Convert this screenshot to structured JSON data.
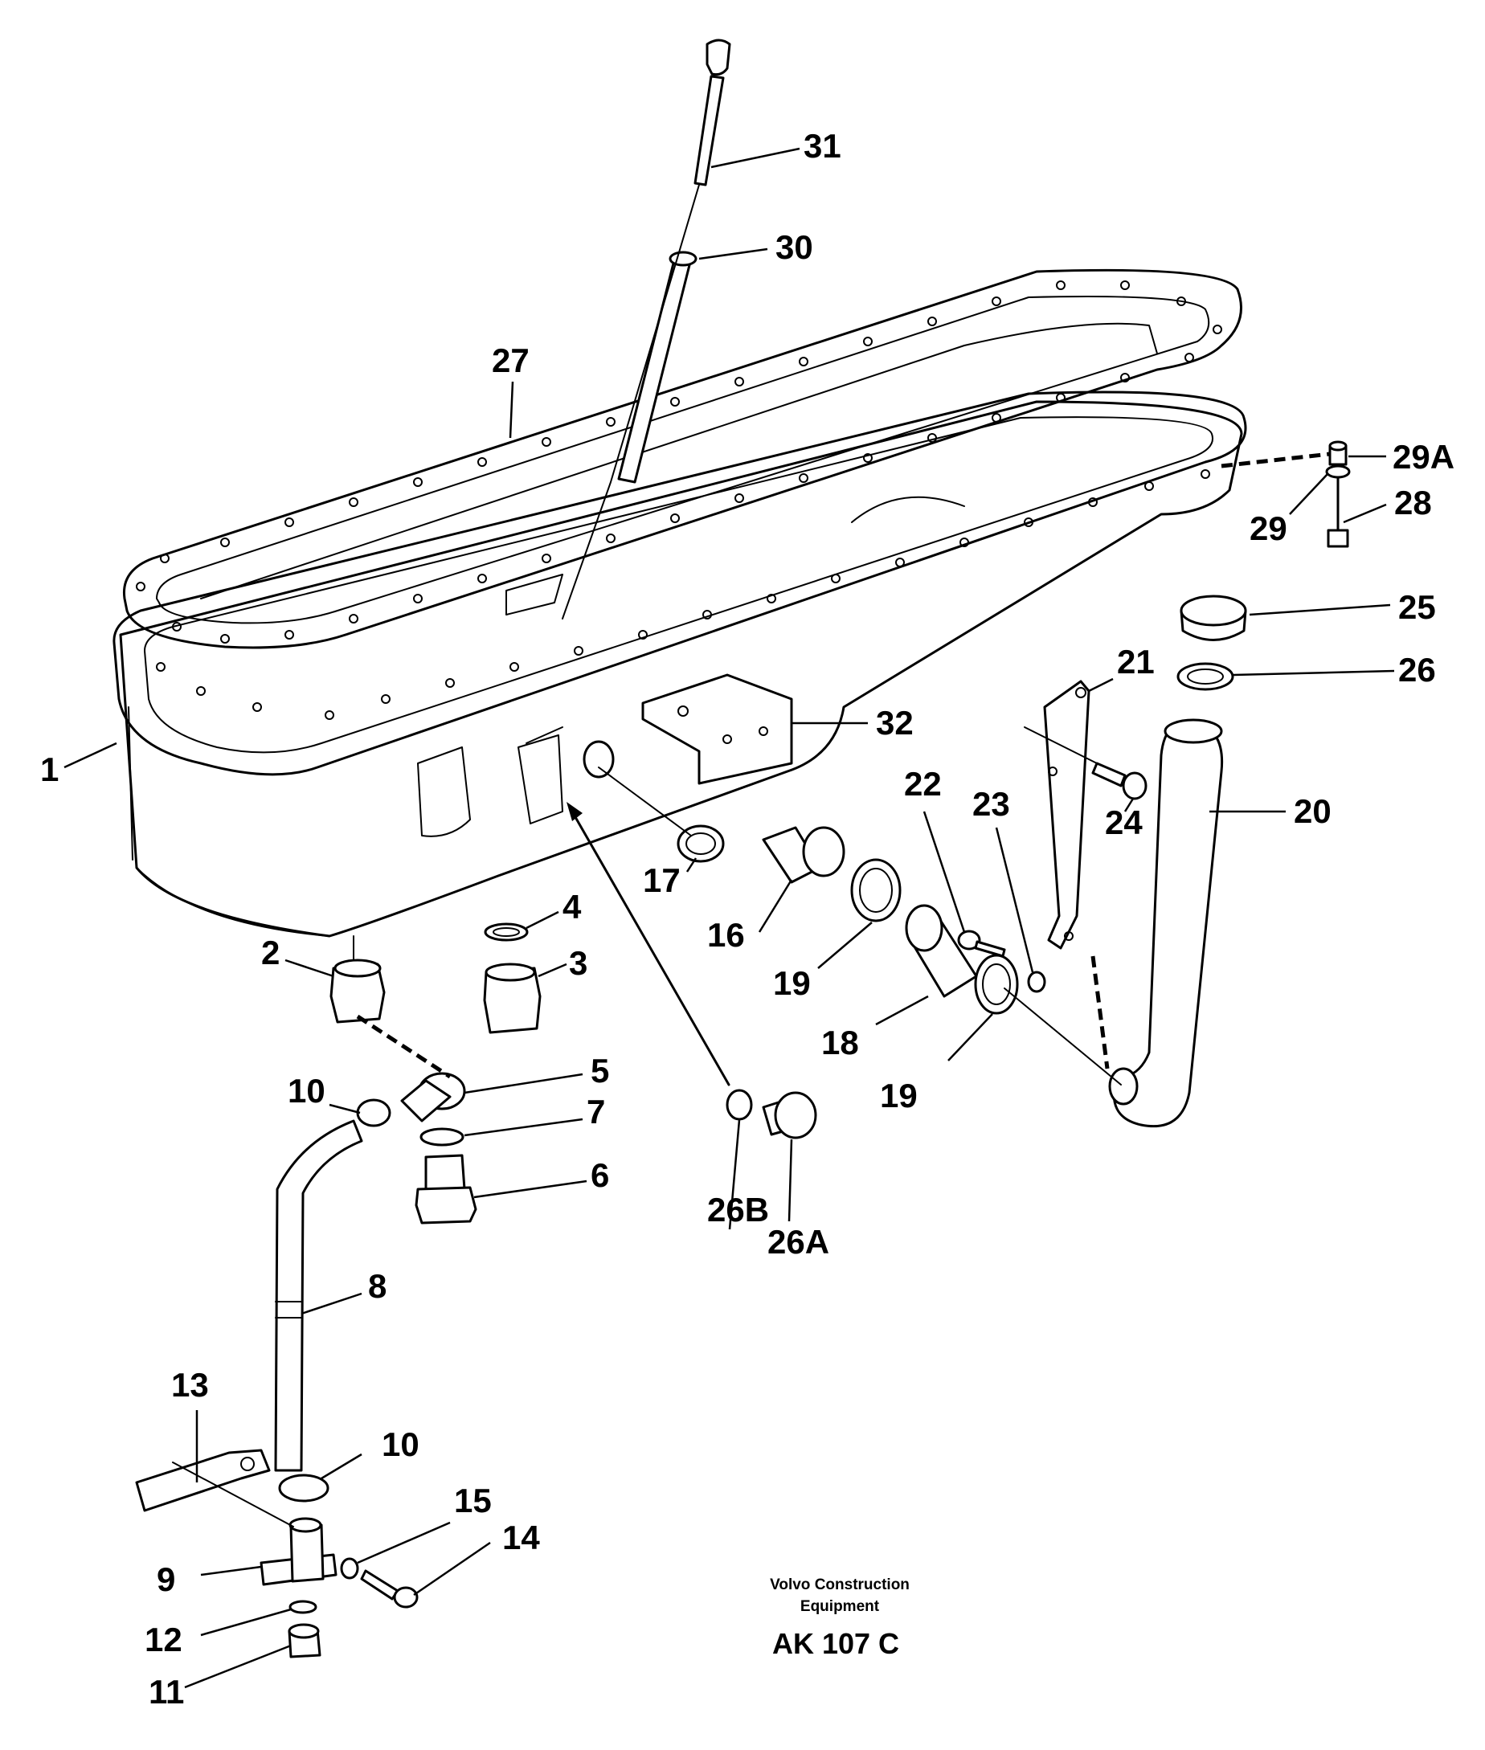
{
  "labels": {
    "l1": "1",
    "l2": "2",
    "l3": "3",
    "l4": "4",
    "l5": "5",
    "l6": "6",
    "l7": "7",
    "l8": "8",
    "l9": "9",
    "l10a": "10",
    "l10b": "10",
    "l11": "11",
    "l12": "12",
    "l13": "13",
    "l14": "14",
    "l15": "15",
    "l16": "16",
    "l17": "17",
    "l18": "18",
    "l19a": "19",
    "l19b": "19",
    "l20": "20",
    "l21": "21",
    "l22": "22",
    "l23": "23",
    "l24": "24",
    "l25": "25",
    "l26": "26",
    "l26a": "26A",
    "l26b": "26B",
    "l27": "27",
    "l28": "28",
    "l29": "29",
    "l29a": "29A",
    "l30": "30",
    "l31": "31",
    "l32": "32"
  },
  "caption": {
    "line1": "Volvo Construction",
    "line2": "Equipment",
    "code": "AK 107 C"
  }
}
